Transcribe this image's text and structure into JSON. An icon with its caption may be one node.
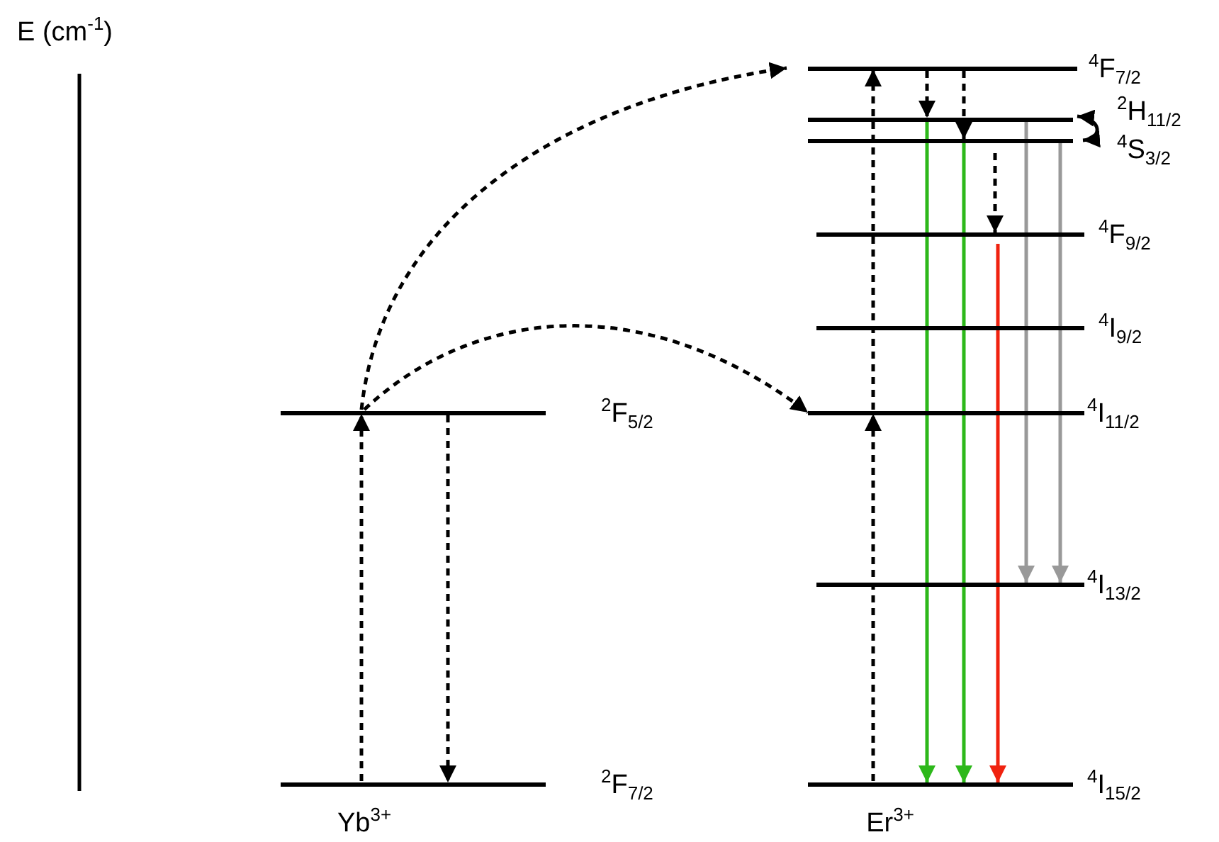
{
  "diagram": {
    "nodes": [
      {
        "text": [],
        "shape": "bar",
        "beside": [
          "$^{2}$F$_{5/2}$"
        ]
      },
      {
        "text": [],
        "shape": "bar",
        "beside": [
          "$^{2}$F$_{7/2}$"
        ]
      },
      {
        "text": [],
        "shape": "bar",
        "beside": [
          "$^{4}$F$_{7/2}$"
        ]
      },
      {
        "text": [],
        "shape": "bar",
        "beside": [
          "$^{2}$H$_{11/2}$"
        ]
      },
      {
        "text": [],
        "shape": "bar",
        "beside": [
          "$^{4}$S$_{3/2}$"
        ]
      },
      {
        "text": [],
        "shape": "bar",
        "beside": [
          "$^{4}$F$_{9/2}$"
        ]
      },
      {
        "text": [],
        "shape": "bar",
        "beside": [
          "$^{4}$I$_{9/2}$"
        ]
      },
      {
        "text": [],
        "shape": "bar",
        "beside": [
          "$^{4}$I$_{11/2}$"
        ]
      },
      {
        "text": [],
        "shape": "bar",
        "beside": [
          "$^{4}$I$_{13/2}$"
        ]
      },
      {
        "text": [],
        "shape": "bar",
        "beside": [
          "$^{4}$I$_{15/2}$"
        ]
      }
    ],
    "edges": [
      {
        "from": 1,
        "to": 0,
        "arrow": "to",
        "style": "dashed"
      },
      {
        "from": 0,
        "to": 1,
        "arrow": "to",
        "style": "dashed"
      },
      {
        "from": 0,
        "to": 2,
        "arrow": "to",
        "style": "dashed"
      },
      {
        "from": 0,
        "to": 7,
        "arrow": "to",
        "style": "dashed"
      },
      {
        "from": 9,
        "to": 7,
        "arrow": "to",
        "style": "dashed"
      },
      {
        "from": 7,
        "to": 2,
        "arrow": "to",
        "style": "dashed"
      },
      {
        "from": 2,
        "to": 3,
        "arrow": "to",
        "style": "dashed"
      },
      {
        "from": 2,
        "to": 4,
        "arrow": "to",
        "style": "dashed"
      },
      {
        "from": 4,
        "to": 5,
        "arrow": "to",
        "style": "dashed"
      },
      {
        "from": 3,
        "to": 4,
        "arrow": "both"
      },
      {
        "from": 3,
        "to": 9,
        "arrow": "to",
        "color": "#2db81a"
      },
      {
        "from": 4,
        "to": 9,
        "arrow": "to",
        "color": "#2db81a"
      },
      {
        "from": 5,
        "to": 9,
        "arrow": "to",
        "color": "#f0220f"
      },
      {
        "from": 3,
        "to": 8,
        "arrow": "to",
        "color": "#999999"
      },
      {
        "from": 4,
        "to": 8,
        "arrow": "to",
        "color": "#999999"
      }
    ],
    "labels": [
      "E (cm$^{-1}$)",
      "Yb$^{3+}$",
      "Er$^{3+}$"
    ]
  }
}
